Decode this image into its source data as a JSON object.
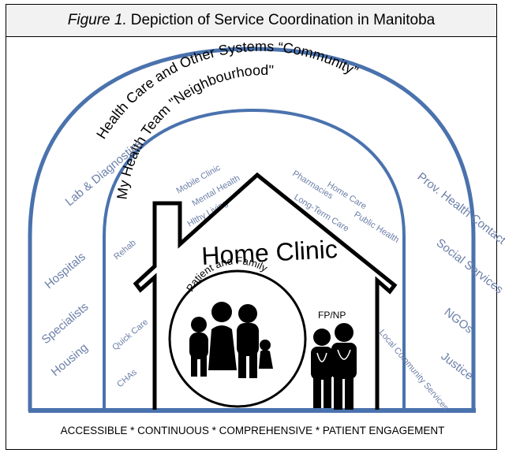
{
  "caption": {
    "figure_number": "Figure 1.",
    "title": "Depiction of Service Coordination in Manitoba"
  },
  "outer_arch": {
    "title": "Health Care and Other Systems “Community”",
    "left_items": [
      "Lab & Diagnostics",
      "Hospitals",
      "Specialists",
      "Housing"
    ],
    "right_items": [
      "Prov. Health Contact Ctre",
      "Social Services",
      "NGOs",
      "Justice"
    ]
  },
  "inner_arch": {
    "title": "My Health Team \"Neighbourhood\"",
    "left_items": [
      "Rehab",
      "Quick Care",
      "CHAs"
    ],
    "roof_left_items": [
      "Mobile Clinic",
      "Mental Health",
      "Hlthy Living"
    ],
    "roof_right_items": [
      "Pharmacies",
      "Home Care",
      "Long-Term Care",
      "Public Health"
    ],
    "right_items": [
      "Local Community Services"
    ]
  },
  "house": {
    "title": "Home Clinic",
    "circle_label": "Patient and Family",
    "provider_label": "FP/NP"
  },
  "footer": {
    "principles": "ACCESSIBLE * CONTINUOUS * COMPREHENSIVE * PATIENT ENGAGEMENT"
  },
  "colors": {
    "arch_stroke": "#4a72ad",
    "blue_text": "#6b7fa8",
    "black": "#000000"
  },
  "icons": [
    "family-icon",
    "doctor-icon"
  ]
}
